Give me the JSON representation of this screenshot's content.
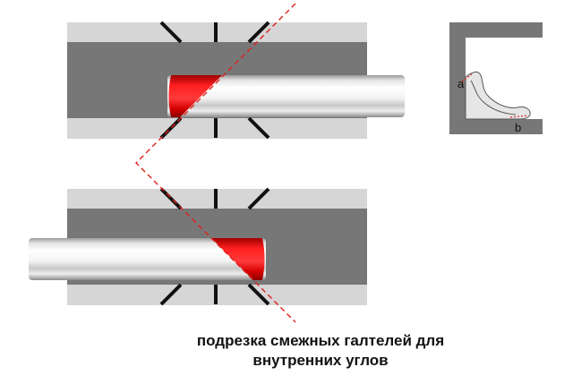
{
  "caption": {
    "line1": "подрезка смежных галтелей для",
    "line2": "внутренних углов"
  },
  "profile": {
    "point_a": "a",
    "point_b": "b"
  },
  "colors": {
    "miter_box_light": "#d6d6d6",
    "miter_box_dark": "#777777",
    "cut_red": "#ff1a1a",
    "guide_line": "#e0201a",
    "saw_slot": "#111111"
  }
}
